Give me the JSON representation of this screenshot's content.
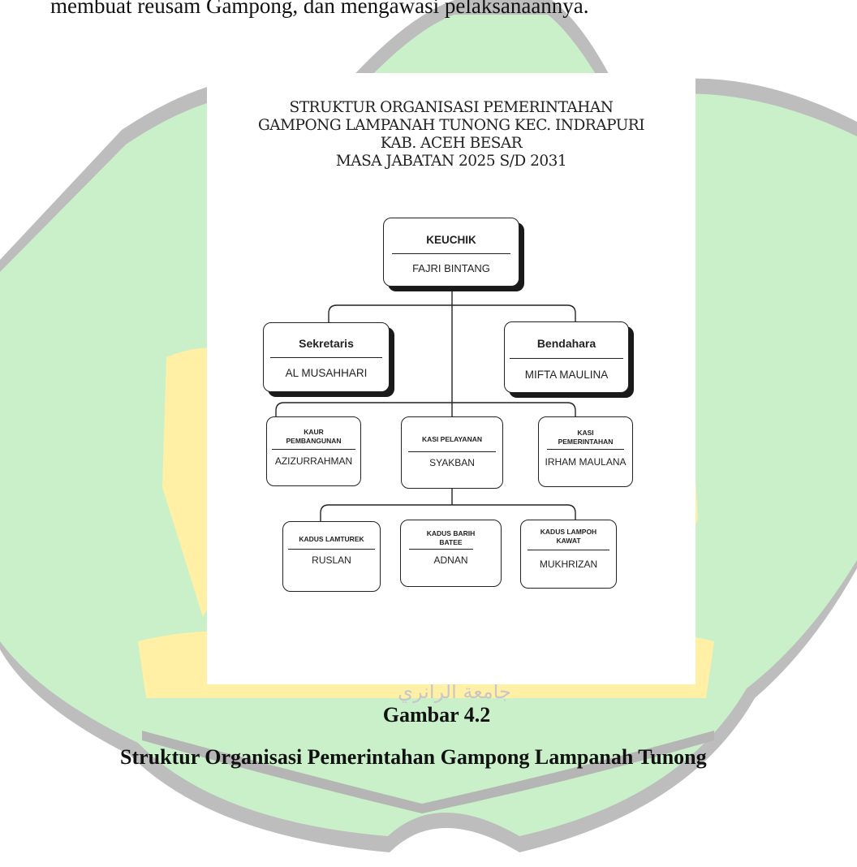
{
  "document": {
    "body_text": "membuat reusam Gampong, dan mengawasi pelaksanaannya.",
    "org_chart": {
      "title_lines": [
        "STRUKTUR ORGANISASI PEMERINTAHAN",
        "GAMPONG LAMPANAH TUNONG KEC. INDRAPURI",
        "KAB. ACEH BESAR",
        "MASA JABATAN 2025 S/D 2031"
      ],
      "keuchik": {
        "role": "KEUCHIK",
        "name": "FAJRI BINTANG"
      },
      "sekretaris": {
        "role": "Sekretaris",
        "name": "AL MUSAHHARI"
      },
      "bendahara": {
        "role": "Bendahara",
        "name": "MIFTA MAULINA"
      },
      "kaur_pembangunan": {
        "role_line1": "KAUR",
        "role_line2": "PEMBANGUNAN",
        "name": "AZIZURRAHMAN"
      },
      "kasi_pelayanan": {
        "role": "KASI PELAYANAN",
        "name": "SYAKBAN"
      },
      "kasi_pemerintahan": {
        "role_line1": "KASI",
        "role_line2": "PEMERINTAHAN",
        "name": "IRHAM MAULANA"
      },
      "kadus_lamturek": {
        "role": "KADUS LAMTUREK",
        "name": "RUSLAN"
      },
      "kadus_barih_batee": {
        "role_line1": "KADUS BARIH",
        "role_line2": "BATEE",
        "name": "ADNAN"
      },
      "kadus_lampoh_kawat": {
        "role_line1": "KADUS LAMPOH",
        "role_line2": "KAWAT",
        "name": "MUKHRIZAN"
      }
    },
    "caption": {
      "figure_label": "Gambar 4.2",
      "figure_title": "Struktur Organisasi Pemerintahan Gampong Lampanah Tunong"
    },
    "watermark_text": "جامعة الرانري",
    "colors": {
      "watermark_green": "#c8f0c8",
      "watermark_yellow": "#fff1a8",
      "watermark_gray": "#b9b9b9"
    }
  }
}
